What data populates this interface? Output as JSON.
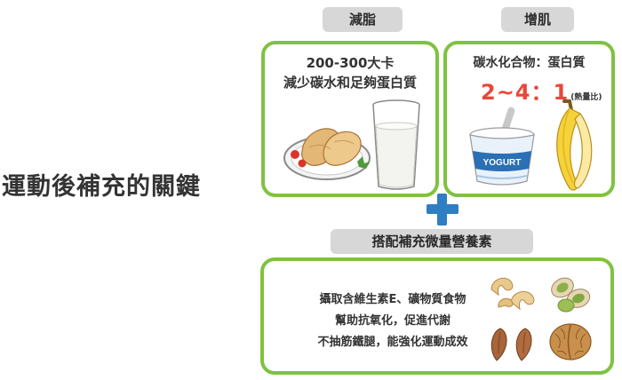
{
  "title": "運動後補充的關鍵",
  "fat_loss": {
    "label": "減脂",
    "line1": "200-300大卡",
    "line2": "減少碳水和足夠蛋白質",
    "icons": [
      "chicken-breast-plate",
      "milk-glass"
    ]
  },
  "muscle_gain": {
    "label": "增肌",
    "line1": "碳水化合物：蛋白質",
    "ratio": "2~4：1",
    "ratio_note": "(熱量比)",
    "yogurt_text": "YOGURT",
    "icons": [
      "yogurt-cup",
      "banana"
    ]
  },
  "micronutrients": {
    "label": "搭配補充微量營養素",
    "lines": [
      "攝取含維生素E、礦物質食物",
      "幫助抗氧化，促進代謝",
      "不抽筋鐵腿，能強化運動成效"
    ],
    "icons": [
      "cashew",
      "pistachio",
      "almond",
      "walnut"
    ]
  },
  "colors": {
    "card_border": "#7fc241",
    "pill_bg": "#d7d7d7",
    "ratio": "#e8473a",
    "plus": "#2f7ec1"
  }
}
